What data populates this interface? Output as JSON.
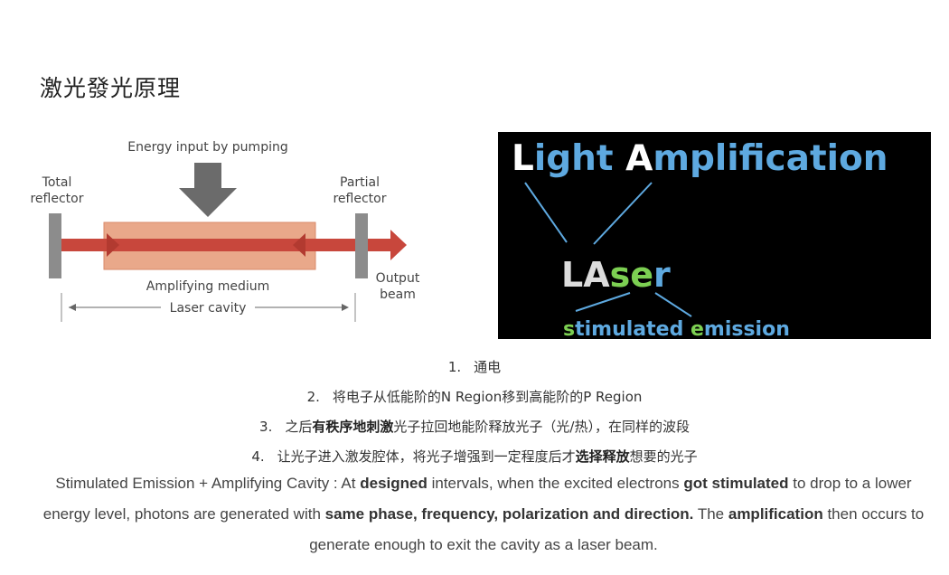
{
  "title": "激光發光原理",
  "diagram": {
    "energy_label": "Energy input by pumping",
    "total_reflector": [
      "Total",
      "reflector"
    ],
    "partial_reflector": [
      "Partial",
      "reflector"
    ],
    "medium_label": "Amplifying medium",
    "cavity_label": "Laser cavity",
    "output_beam": [
      "Output",
      "beam"
    ],
    "colors": {
      "medium": "#e9a88a",
      "beam": "#c8473c",
      "mirror": "#8c8c8c",
      "arrow": "#6b6b6b"
    }
  },
  "laser_graphic": {
    "headline_parts": [
      {
        "text": "L",
        "color": "#ffffff"
      },
      {
        "text": "ight ",
        "color": "#5ea9e0"
      },
      {
        "text": "A",
        "color": "#ffffff"
      },
      {
        "text": "mplification",
        "color": "#5ea9e0"
      }
    ],
    "acronym_parts": [
      {
        "text": "LA",
        "color": "#dcdcdc"
      },
      {
        "text": "se",
        "color": "#7ccf52"
      },
      {
        "text": "r",
        "color": "#5ea9e0"
      }
    ],
    "caption_parts": [
      {
        "text": "s",
        "color": "#7ccf52"
      },
      {
        "text": "timulated ",
        "color": "#5ea9e0"
      },
      {
        "text": "e",
        "color": "#7ccf52"
      },
      {
        "text": "mission",
        "color": "#5ea9e0"
      }
    ]
  },
  "steps": [
    {
      "num": "1.",
      "parts": [
        {
          "text": "通电",
          "bold": false
        }
      ]
    },
    {
      "num": "2.",
      "parts": [
        {
          "text": "将电子从低能阶的N Region移到高能阶的P Region",
          "bold": false
        }
      ]
    },
    {
      "num": "3.",
      "parts": [
        {
          "text": "之后",
          "bold": false
        },
        {
          "text": "有秩序地刺激",
          "bold": true
        },
        {
          "text": "光子拉回地能阶释放光子（光/热），在同样的波段",
          "bold": false
        }
      ]
    },
    {
      "num": "4.",
      "parts": [
        {
          "text": "让光子进入激发腔体，将光子增强到一定程度后才",
          "bold": false
        },
        {
          "text": "选择释放",
          "bold": true
        },
        {
          "text": "想要的光子",
          "bold": false
        }
      ]
    }
  ],
  "summary_parts": [
    {
      "text": "Stimulated Emission + Amplifying Cavity : At ",
      "bold": false
    },
    {
      "text": "designed",
      "bold": true
    },
    {
      "text": " intervals, when the excited electrons ",
      "bold": false
    },
    {
      "text": "got stimulated",
      "bold": true
    },
    {
      "text": " to drop to a lower energy level, photons are generated with ",
      "bold": false
    },
    {
      "text": "same phase, frequency, polarization and direction.",
      "bold": true
    },
    {
      "text": " The ",
      "bold": false
    },
    {
      "text": "amplification",
      "bold": true
    },
    {
      "text": " then occurs to generate enough to exit the cavity as a laser beam.",
      "bold": false
    }
  ]
}
